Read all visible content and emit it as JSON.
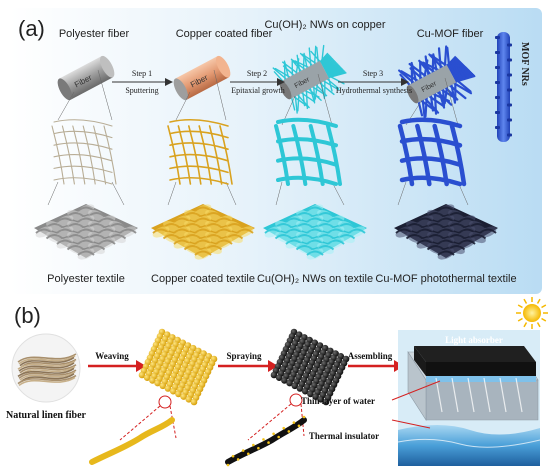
{
  "panel_a": {
    "tag": "(a)",
    "titles": [
      "Polyester fiber",
      "Copper coated fiber",
      "Cu(OH)₂ NWs on copper",
      "Cu-MOF fiber"
    ],
    "fiber_label": "Fiber",
    "steps": [
      {
        "name": "Step 1",
        "method": "Sputtering"
      },
      {
        "name": "Step 2",
        "method": "Epitaxial growth"
      },
      {
        "name": "Step 3",
        "method": "Hydrothermal synthesis"
      }
    ],
    "side_label": "MOF NRs",
    "bottom_labels": [
      "Polyester textile",
      "Copper coated  textile",
      "Cu(OH)₂ NWs on  textile",
      "Cu-MOF photothermal textile"
    ],
    "colors": {
      "grey": "#8a8a8a",
      "copper": "#d9a21f",
      "cyan": "#2ec7d6",
      "navy": "#1b1f33",
      "blue": "#2a4fd0"
    }
  },
  "panel_b": {
    "tag": "(b)",
    "steps": [
      "Weaving",
      "Spraying",
      "Assembling"
    ],
    "fiber_label": "Natural linen fiber",
    "device_labels": [
      "Light absorber",
      "Thin layer of water",
      "Thermal insulator"
    ],
    "colors": {
      "yellow": "#f2c21a",
      "black": "#141414",
      "arrow": "#d42020",
      "water": "#4a9fd8"
    }
  }
}
